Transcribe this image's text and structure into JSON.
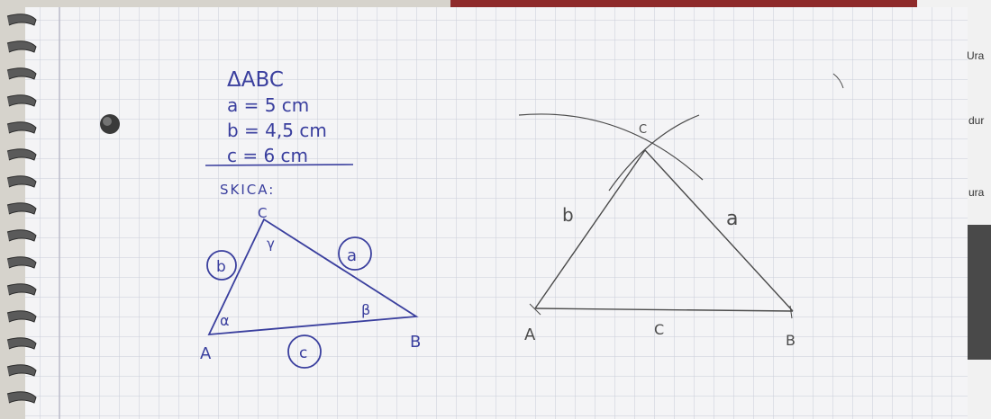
{
  "notes": {
    "heading": "ΔABC",
    "given": [
      "a = 5 cm",
      "b = 4,5 cm",
      "c = 6 cm"
    ],
    "sketch_label": "SKICA:"
  },
  "sketch": {
    "vertex_a": "A",
    "vertex_b": "B",
    "vertex_c": "C",
    "side_a": "a",
    "side_b": "b",
    "side_c": "c",
    "angle_alpha": "α",
    "angle_beta": "β",
    "angle_gamma": "γ"
  },
  "construction": {
    "vertex_a": "A",
    "vertex_b": "B",
    "vertex_c": "C",
    "side_a": "a",
    "side_b": "b",
    "side_c": "C"
  },
  "right_page": {
    "fragments": [
      "Ura",
      "dur",
      "ura"
    ]
  },
  "colors": {
    "ink": "#3a3f9e",
    "pencil": "#4a4a4a",
    "grid": "#c9ccd8",
    "paper": "#f4f4f6"
  }
}
